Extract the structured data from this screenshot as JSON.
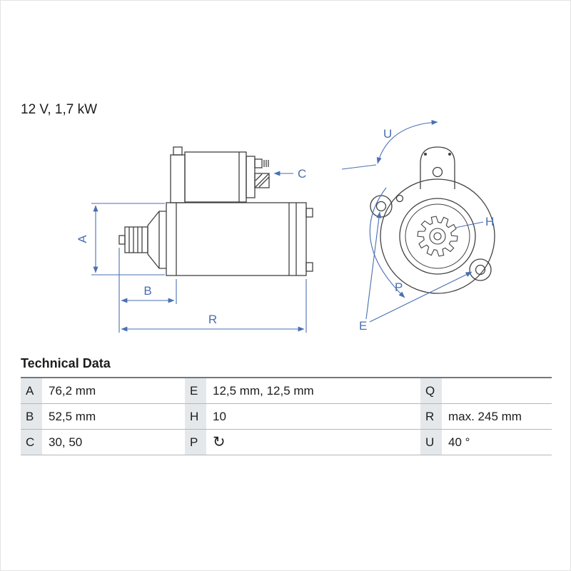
{
  "product": {
    "spec": "12 V, 1,7 kW"
  },
  "diagram": {
    "colors": {
      "line": "#414141",
      "dimension": "#4a6fb2"
    },
    "labels": {
      "A": "A",
      "B": "B",
      "C": "C",
      "R": "R",
      "U": "U",
      "H": "H",
      "P": "P",
      "E": "E"
    }
  },
  "table": {
    "title": "Technical Data",
    "rows": [
      {
        "cells": [
          {
            "label": "A",
            "value": "76,2 mm"
          },
          {
            "label": "E",
            "value": "12,5 mm, 12,5 mm"
          },
          {
            "label": "Q",
            "value": ""
          }
        ]
      },
      {
        "cells": [
          {
            "label": "B",
            "value": "52,5 mm"
          },
          {
            "label": "H",
            "value": "10"
          },
          {
            "label": "R",
            "value": "max. 245 mm"
          }
        ]
      },
      {
        "cells": [
          {
            "label": "C",
            "value": "30, 50"
          },
          {
            "label": "P",
            "value": "",
            "icon": "rotation-clockwise-icon",
            "glyph": "↻"
          },
          {
            "label": "U",
            "value": "40 °"
          }
        ]
      }
    ]
  }
}
